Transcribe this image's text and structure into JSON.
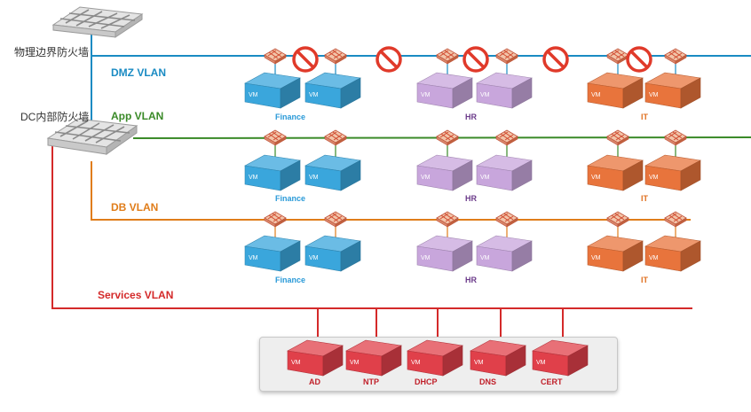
{
  "firewalls": {
    "perimeter": "物理边界防火墙",
    "dc": "DC内部防火墙"
  },
  "vlans": [
    {
      "id": "dmz",
      "label": "DMZ VLAN",
      "color": "#1a8bc3"
    },
    {
      "id": "app",
      "label": "App VLAN",
      "color": "#3a8a28"
    },
    {
      "id": "db",
      "label": "DB VLAN",
      "color": "#e07d1a"
    },
    {
      "id": "services",
      "label": "Services VLAN",
      "color": "#d42a2a"
    }
  ],
  "groups": [
    {
      "label": "Finance",
      "color": "#2a9ad8",
      "vm_color": "#3aa6dc"
    },
    {
      "label": "HR",
      "color": "#6b3a8a",
      "vm_color": "#c8a6dc"
    },
    {
      "label": "IT",
      "color": "#e07020",
      "vm_color": "#e8743c"
    }
  ],
  "vm_label": "VM",
  "services": [
    {
      "label": "AD"
    },
    {
      "label": "NTP"
    },
    {
      "label": "DHCP"
    },
    {
      "label": "DNS"
    },
    {
      "label": "CERT"
    }
  ],
  "icons": {
    "firewall": "firewall-icon",
    "deny": "no-entry-icon",
    "vm": "vm-cube-icon",
    "edge_firewall": "firewall-appliance-icon"
  },
  "colors": {
    "deny": "#e03a2a",
    "service_vm": "#e0404a"
  }
}
